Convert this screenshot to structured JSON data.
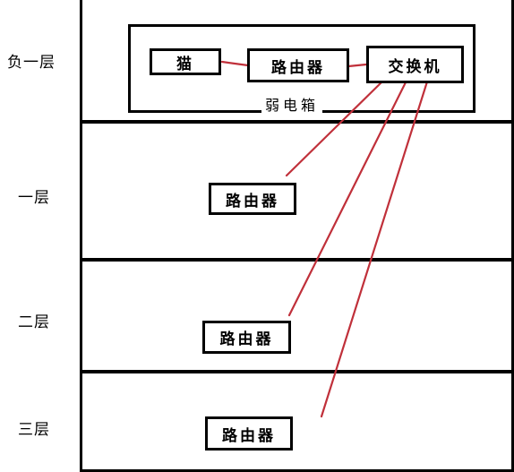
{
  "floors": {
    "basement": "负一层",
    "first": "一层",
    "second": "二层",
    "third": "三层"
  },
  "cabinet": {
    "label": "弱电箱",
    "modem": "猫",
    "router": "路由器",
    "switch": "交换机"
  },
  "floor_devices": {
    "first_router": "路由器",
    "second_router": "路由器",
    "third_router": "路由器"
  },
  "colors": {
    "wire": "#c0303a",
    "ink": "#000000"
  }
}
